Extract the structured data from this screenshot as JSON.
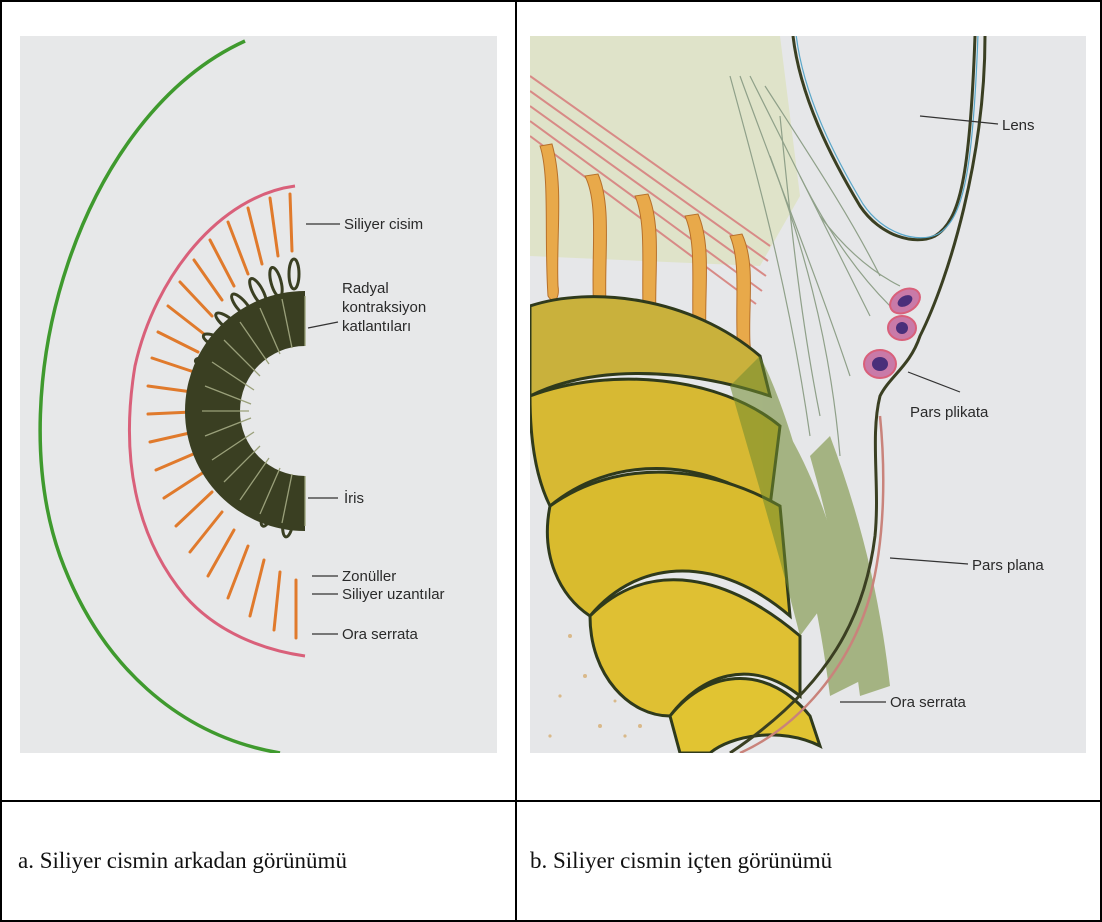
{
  "left_panel": {
    "labels": {
      "ciliary_body": "Siliyer cisim",
      "radial_1": "Radyal",
      "radial_2": "kontraksiyon",
      "radial_3": "katlantıları",
      "iris": "İris",
      "zonules": "Zonüller",
      "ciliary_processes": "Siliyer uzantılar",
      "ora_serrata": "Ora serrata"
    },
    "caption": "a. Siliyer cismin arkadan görünümü"
  },
  "right_panel": {
    "labels": {
      "lens": "Lens",
      "pars_plicata": "Pars plikata",
      "pars_plana": "Pars plana",
      "ora_serrata": "Ora serrata"
    },
    "caption": "b. Siliyer cismin içten görünümü"
  },
  "colors": {
    "green_arc": "#3f9a2e",
    "pink": "#d9607a",
    "orange": "#e07a2c",
    "dark_olive": "#3a3f22",
    "yellow": "#e5c62c",
    "paper": "#e9ebed"
  }
}
